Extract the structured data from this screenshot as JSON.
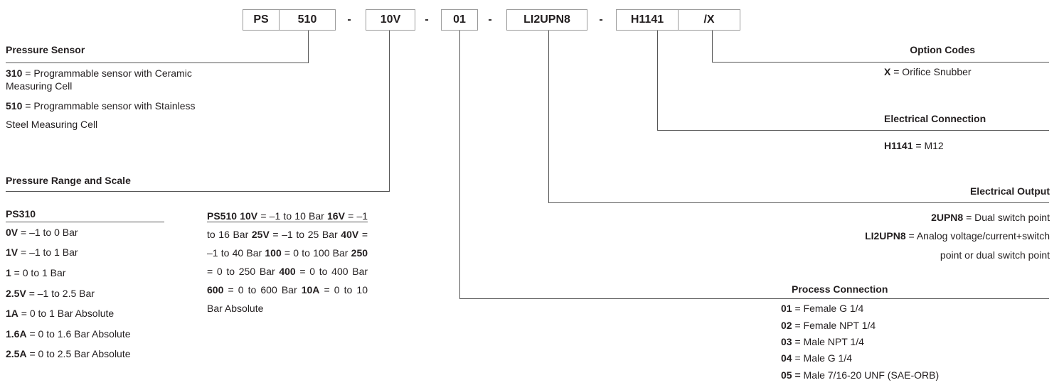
{
  "code_boxes": [
    "PS",
    "510",
    "10V",
    "01",
    "LI2UPN8",
    "H1141",
    "/X"
  ],
  "separator": "-",
  "pressure_sensor": {
    "heading": "Pressure Sensor",
    "items": [
      {
        "code": "310",
        "text": " = Programmable sensor with Ceramic",
        "cont": "Measuring Cell"
      },
      {
        "code": "510",
        "text": " = Programmable sensor with Stainless",
        "cont": "Steel Measuring Cell"
      }
    ]
  },
  "pressure_range": {
    "heading": "Pressure Range and Scale",
    "ps310": {
      "title": "PS310",
      "items": [
        {
          "code": "0V",
          "text": " = –1 to 0 Bar"
        },
        {
          "code": "1V",
          "text": " = –1 to 1 Bar"
        },
        {
          "code": "1",
          "text": " = 0 to 1 Bar"
        },
        {
          "code": "2.5V",
          "text": " = –1 to 2.5 Bar"
        },
        {
          "code": "1A",
          "text": " = 0 to 1 Bar Absolute"
        },
        {
          "code": "1.6A",
          "text": " = 0 to 1.6 Bar Absolute"
        },
        {
          "code": "2.5A",
          "text": " = 0 to 2.5 Bar Absolute"
        }
      ]
    },
    "ps510": {
      "title": "PS510",
      "items": [
        {
          "code": "10V",
          "text": " = –1 to 10 Bar"
        },
        {
          "code": "16V",
          "text": " = –1 to 16 Bar"
        },
        {
          "code": "25V",
          "text": " = –1 to 25 Bar"
        },
        {
          "code": "40V",
          "text": " = –1 to 40 Bar"
        },
        {
          "code": "100",
          "text": " = 0 to 100 Bar"
        },
        {
          "code": "250",
          "text": " = 0 to 250 Bar"
        },
        {
          "code": "400",
          "text": " = 0 to 400 Bar"
        },
        {
          "code": "600",
          "text": " = 0 to 600 Bar"
        },
        {
          "code": "10A",
          "text": " = 0 to 10 Bar Absolute"
        }
      ]
    }
  },
  "option_codes": {
    "heading": "Option Codes",
    "code": "X",
    "text": " = Orifice Snubber"
  },
  "electrical_connection": {
    "heading": "Electrical Connection",
    "code": "H1141",
    "text": " = M12"
  },
  "electrical_output": {
    "heading": "Electrical Output",
    "items": [
      {
        "code": "2UPN8",
        "text": " = Dual switch point"
      },
      {
        "code": "LI2UPN8",
        "text": " = Analog voltage/current+switch",
        "cont": "point or dual switch point"
      }
    ]
  },
  "process_connection": {
    "heading": "Process Connection",
    "items": [
      {
        "code": "01",
        "text": " = Female G 1/4"
      },
      {
        "code": "02",
        "text": " = Female NPT 1/4"
      },
      {
        "code": "03",
        "text": " = Male NPT 1/4"
      },
      {
        "code": "04",
        "text": " = Male G 1/4"
      },
      {
        "code": "05 =",
        "text": " Male 7/16-20 UNF (SAE-ORB)"
      }
    ]
  }
}
